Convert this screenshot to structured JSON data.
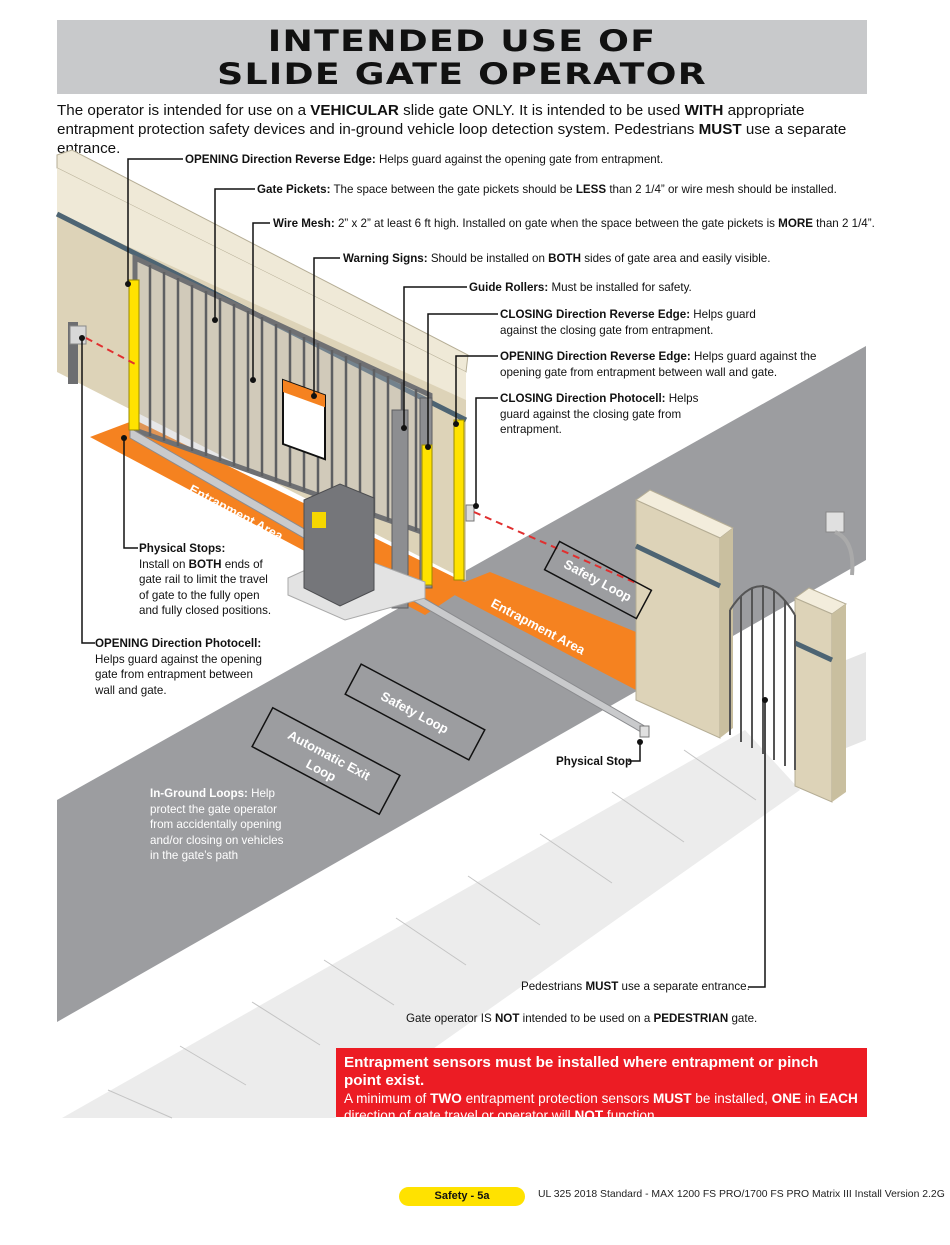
{
  "title": {
    "line1": "INTENDED USE OF",
    "line2": "SLIDE GATE OPERATOR"
  },
  "intro": {
    "p1": "The operator is intended for use on a ",
    "b1": "VEHICULAR",
    "p2": " slide gate ONLY. It is intended to be used ",
    "b2": "WITH",
    "p3": " appropriate entrapment protection safety devices and in-ground vehicle loop detection system. Pedestrians ",
    "b3": "MUST",
    "p4": " use a separate entrance."
  },
  "callouts": {
    "opening_edge": {
      "label": "OPENING Direction Reverse Edge:",
      "text": " Helps guard against the opening gate from entrapment."
    },
    "gate_pickets": {
      "label": "Gate Pickets:",
      "t1": " The space between the gate pickets should be ",
      "b": "LESS",
      "t2": " than 2 1/4” or wire mesh should be installed."
    },
    "wire_mesh": {
      "label": "Wire Mesh:",
      "t1": " 2” x 2” at least 6 ft high. Installed on gate when the space between the gate pickets is ",
      "b": "MORE",
      "t2": " than 2 1/4”."
    },
    "warning_signs": {
      "label": "Warning Signs:",
      "t1": " Should be installed on ",
      "b": "BOTH",
      "t2": " sides of gate area and easily visible."
    },
    "guide_rollers": {
      "label": "Guide Rollers:",
      "text": " Must be installed for safety."
    },
    "closing_edge": {
      "label": "CLOSING Direction Reverse Edge:",
      "l1": " Helps guard",
      "l2": "against the closing gate from entrapment."
    },
    "opening_edge_wall": {
      "label": "OPENING Direction Reverse Edge:",
      "l1": " Helps guard against the",
      "l2": "opening gate from entrapment between wall and gate."
    },
    "closing_photocell": {
      "label": "CLOSING Direction Photocell:",
      "l1": " Helps",
      "l2": "guard against the closing gate from",
      "l3": "entrapment."
    },
    "physical_stops": {
      "label": "Physical Stops:",
      "l1a": "Install on ",
      "l1b": "BOTH",
      "l1c": " ends of",
      "l2": "gate rail to limit the travel",
      "l3": "of gate to the fully open",
      "l4": "and fully closed positions."
    },
    "opening_photocell": {
      "label": "OPENING Direction Photocell:",
      "l1": "Helps guard against the opening",
      "l2": "gate from entrapment between",
      "l3": "wall and gate."
    },
    "in_ground": {
      "label": "In-Ground Loops:",
      "l1": " Help",
      "l2": "protect the gate operator",
      "l3": "from accidentally opening",
      "l4": "and/or closing on vehicles",
      "l5": "in the gate’s path"
    },
    "physical_stop": {
      "label": "Physical Stop"
    },
    "pedestrians": {
      "t1": "Pedestrians ",
      "b": "MUST",
      "t2": " use a separate entrance."
    },
    "not_pedestrian": {
      "t1": "Gate operator IS ",
      "b1": "NOT",
      "t2": " intended to be used on a ",
      "b2": "PEDESTRIAN",
      "t3": " gate."
    }
  },
  "ground_labels": {
    "entrapment_area": "Entrapment Area",
    "safety_loop": "Safety Loop",
    "automatic_exit_loop_1": "Automatic Exit",
    "automatic_exit_loop_2": "Loop",
    "safety_loop_far": "Safety Loop"
  },
  "warning_box": {
    "heading": "Entrapment sensors must be installed where entrapment or pinch point exist.",
    "t1": "A minimum of ",
    "b1": "TWO",
    "t2": " entrapment protection sensors ",
    "b2": "MUST",
    "t3": " be installed, ",
    "b3": "ONE",
    "t4": " in ",
    "b4": "EACH",
    "t5": "direction of gate travel or operator will ",
    "b5": "NOT",
    "t6": " function."
  },
  "footer": {
    "page": "Safety - 5a",
    "doc": "UL 325 2018 Standard - MAX 1200 FS PRO/1700 FS PRO Matrix III Install Version 2.2G"
  },
  "colors": {
    "title_bg": "#c8c9cb",
    "entrapment_orange": "#f58220",
    "warning_red": "#ec1c24",
    "sensor_yellow": "#ffe200",
    "road_gray": "#9c9da0",
    "wall_tan": "#ddd3b8",
    "wall_cap": "#efe9d7",
    "stripe_blue": "#4d6473"
  }
}
